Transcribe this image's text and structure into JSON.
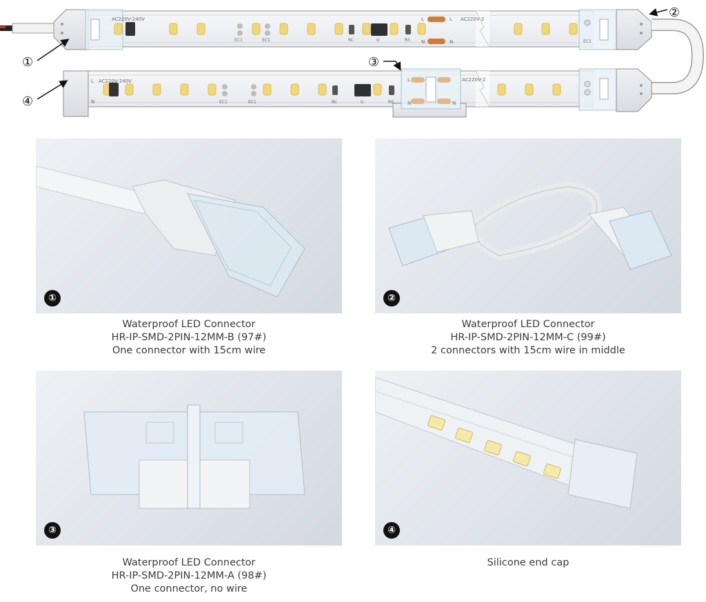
{
  "diagram": {
    "strip_voltage_label": "AC220V-240V",
    "voltage_short_label": "AC220V-2",
    "terminal_live": "L",
    "terminal_neutral": "N",
    "component_ec1": "EC1",
    "component_rc": "RC",
    "component_u": "U",
    "component_rs": "RS",
    "callouts": [
      "①",
      "②",
      "③",
      "④"
    ]
  },
  "panels": [
    {
      "badge": "①",
      "caption_lines": [
        "Waterproof LED Connector",
        "HR-IP-SMD-2PIN-12MM-B (97#)",
        "One connector with 15cm wire"
      ]
    },
    {
      "badge": "②",
      "caption_lines": [
        "Waterproof LED Connector",
        "HR-IP-SMD-2PIN-12MM-C (99#)",
        "2 connectors with 15cm wire in middle"
      ]
    },
    {
      "badge": "③",
      "caption_lines": [
        "Waterproof LED Connector",
        "HR-IP-SMD-2PIN-12MM-A (98#)",
        "One connector, no wire"
      ]
    },
    {
      "badge": "④",
      "caption_lines": [
        "Silicone end cap"
      ]
    }
  ]
}
